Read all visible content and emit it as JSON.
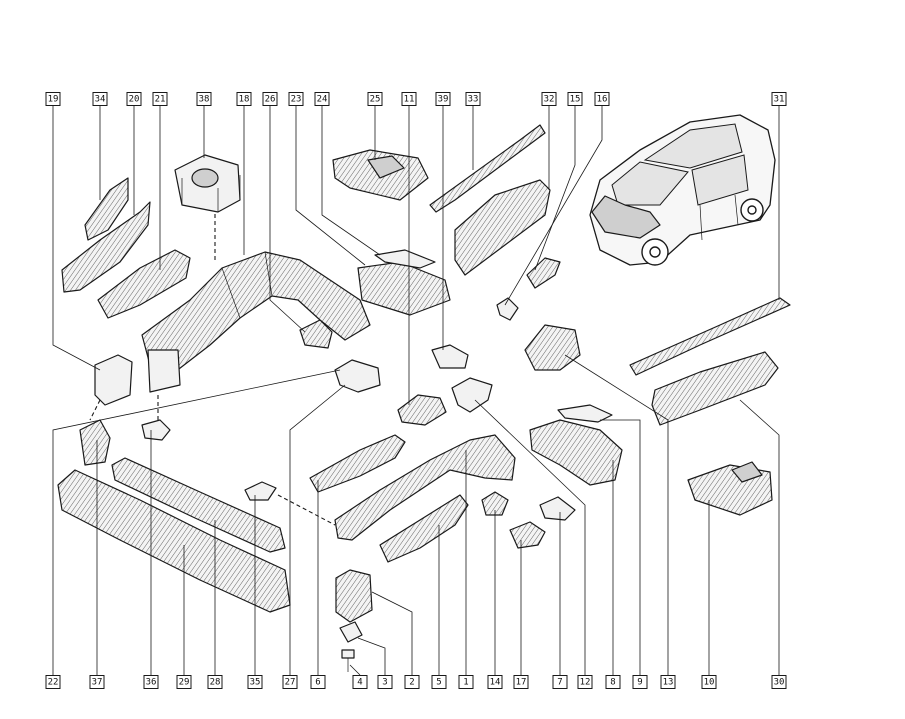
{
  "callouts_top": [
    "19",
    "34",
    "20",
    "21",
    "38",
    "18",
    "26",
    "23",
    "24",
    "25",
    "11",
    "39",
    "33",
    "32",
    "15",
    "16",
    "31"
  ],
  "callouts_bottom": [
    "22",
    "37",
    "36",
    "29",
    "28",
    "35",
    "27",
    "6",
    "4",
    "3",
    "2",
    "5",
    "1",
    "14",
    "17",
    "7",
    "12",
    "8",
    "9",
    "13",
    "10",
    "30"
  ]
}
